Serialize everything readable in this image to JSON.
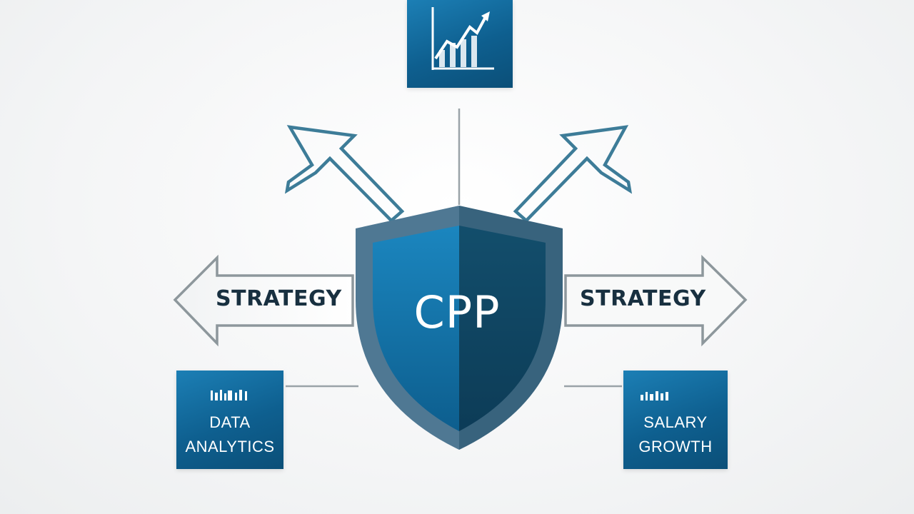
{
  "center": {
    "label": "CPP"
  },
  "arrows": {
    "left_label": "STRATEGY",
    "right_label": "STRATEGY"
  },
  "boxes": {
    "top": {
      "icon": "line-chart-icon"
    },
    "left": {
      "line1": "DATA",
      "line2": "ANALYTICS",
      "icon": "bar-chart-icon"
    },
    "right": {
      "line1": "SALARY",
      "line2": "GROWTH",
      "icon": "bar-chart-icon"
    }
  },
  "colors": {
    "primary_blue": "#1577ad",
    "dark_blue": "#0e4a6f",
    "shield_border": "#4a7391",
    "outline_arrow": "#3d7c98",
    "text_dark": "#183040",
    "connector_gray": "#9aa3a8"
  }
}
